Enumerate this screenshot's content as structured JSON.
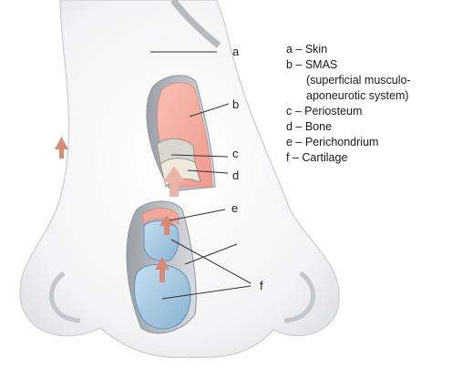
{
  "labels": {
    "a": "a",
    "b": "b",
    "c": "c",
    "d": "d",
    "e": "e",
    "f": "f"
  },
  "legend": [
    "a – Skin",
    "b – SMAS",
    "(superficial musculo-",
    "aponeurotic system)",
    "c – Periosteum",
    "d – Bone",
    "e – Perichondrium",
    "f – Cartilage"
  ],
  "colors": {
    "skin": "#f4f4f5",
    "skin_edge": "#b9bcc2",
    "smas": "#f2a79c",
    "cartilage": "#9cc4de",
    "periosteum": "#d7d3cd",
    "bone": "#efe8dc",
    "arrow": "#d88a78",
    "arrow_light": "#e9b5a8"
  }
}
